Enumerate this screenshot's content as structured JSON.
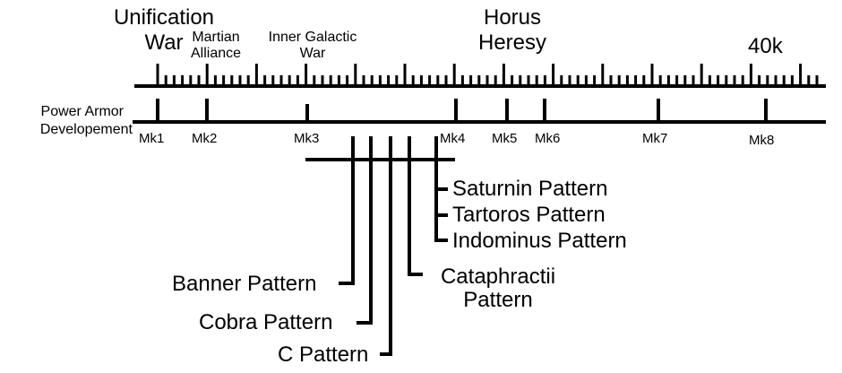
{
  "eras": {
    "unification": [
      "Unification",
      "War"
    ],
    "martian": [
      "Martian",
      "Alliance"
    ],
    "inner_galactic": [
      "Inner Galactic",
      "War"
    ],
    "horus": [
      "Horus",
      "Heresy"
    ],
    "m40k": "40k"
  },
  "track_label": [
    "Power Armor",
    "Developement"
  ],
  "marks": [
    "Mk1",
    "Mk2",
    "Mk3",
    "Mk4",
    "Mk5",
    "Mk6",
    "Mk7",
    "Mk8"
  ],
  "patterns": {
    "saturnin": "Saturnin Pattern",
    "tartoros": "Tartoros Pattern",
    "indominus": "Indominus Pattern",
    "banner": "Banner Pattern",
    "cobra": "Cobra Pattern",
    "c": "C Pattern",
    "cataphractii": [
      "Cataphractii",
      "Pattern"
    ]
  },
  "line_color": "#000000"
}
